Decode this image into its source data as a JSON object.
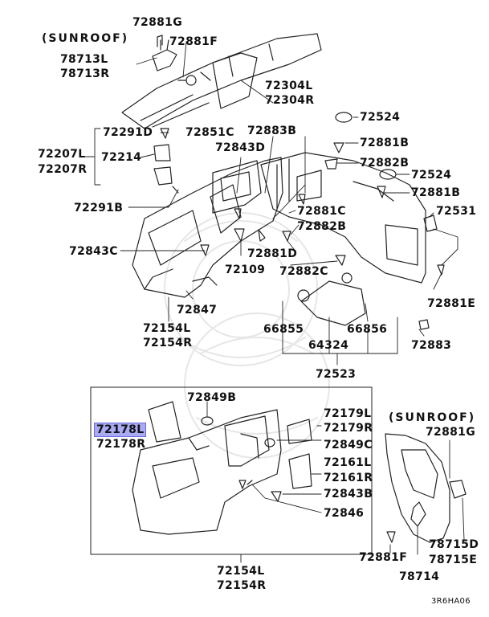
{
  "labels": {
    "sunroof_top": "(SUNROOF)",
    "p72881G_top": "72881G",
    "p72881F_top": "72881F",
    "p78713L": "78713L",
    "p78713R": "78713R",
    "p72304L": "72304L",
    "p72304R": "72304R",
    "p72524_top": "72524",
    "p72881B_1": "72881B",
    "p72882B_1": "72882B",
    "p72524_2": "72524",
    "p72881B_2": "72881B",
    "p72531": "72531",
    "p72291D": "72291D",
    "p72851C": "72851C",
    "p72883B": "72883B",
    "p72207L": "72207L",
    "p72207R": "72207R",
    "p72214": "72214",
    "p72843D": "72843D",
    "p72291B": "72291B",
    "p72881C": "72881C",
    "p72882B_2": "72882B",
    "p72843C": "72843C",
    "p72881D": "72881D",
    "p72109": "72109",
    "p72882C": "72882C",
    "p72881E": "72881E",
    "p72847": "72847",
    "p72154L_top": "72154L",
    "p72154R_top": "72154R",
    "p66855": "66855",
    "p66856": "66856",
    "p64324": "64324",
    "p72883": "72883",
    "p72523": "72523",
    "p72849B": "72849B",
    "p72178L": "72178L",
    "p72178R": "72178R",
    "p72179L": "72179L",
    "p72179R": "72179R",
    "p72849C": "72849C",
    "p72161L": "72161L",
    "p72161R": "72161R",
    "p72843B": "72843B",
    "p72846": "72846",
    "sunroof_bottom": "(SUNROOF)",
    "p72881G_bottom": "72881G",
    "p78715D": "78715D",
    "p78715E": "78715E",
    "p72881F_bottom": "72881F",
    "p78714": "78714",
    "p72154L_bottom": "72154L",
    "p72154R_bottom": "72154R",
    "diagram_code": "3R6HA06"
  }
}
